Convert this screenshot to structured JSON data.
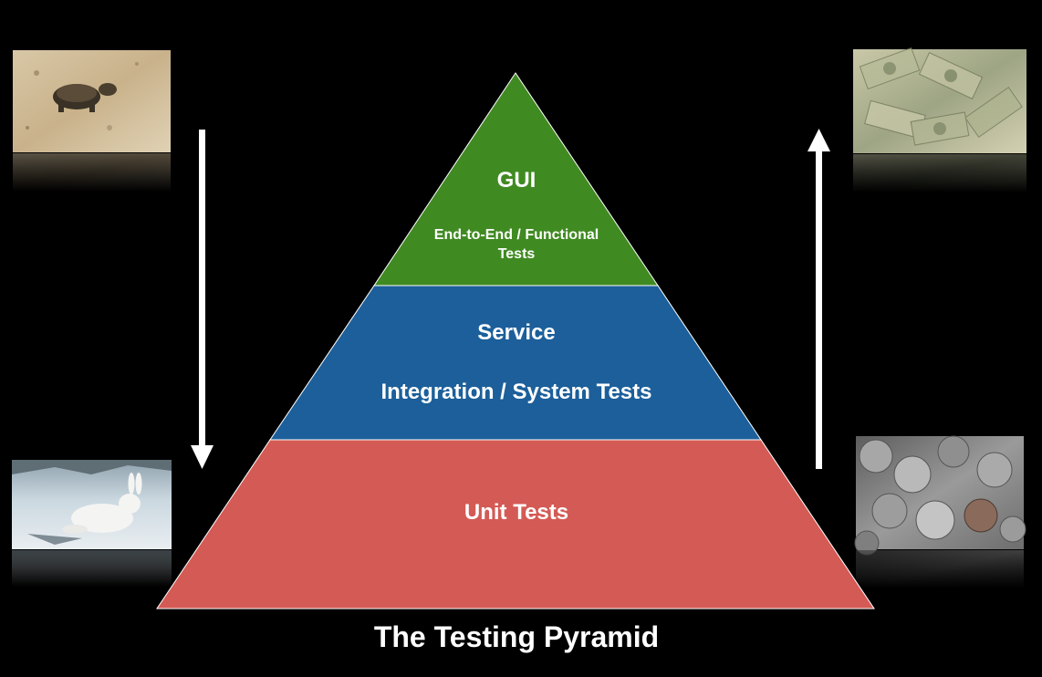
{
  "title": "The Testing Pyramid",
  "tiers": [
    {
      "name": "GUI",
      "subtitle_line1": "End-to-End / Functional",
      "subtitle_line2": "Tests",
      "color": "#3f8a22"
    },
    {
      "name": "Service",
      "subtitle": "Integration / System Tests",
      "color": "#1f5f9a"
    },
    {
      "name": "Unit Tests",
      "color": "#d45a55"
    }
  ],
  "left_arrow": {
    "direction": "down",
    "icon": "arrow-down-icon"
  },
  "right_arrow": {
    "direction": "up",
    "icon": "arrow-up-icon"
  },
  "images": {
    "top_left": "turtle-image",
    "bottom_left": "rabbit-image",
    "top_right": "dollar-bills-image",
    "bottom_right": "coins-image"
  },
  "colors": {
    "background": "#000000",
    "text": "#ffffff",
    "arrow": "#ffffff"
  }
}
